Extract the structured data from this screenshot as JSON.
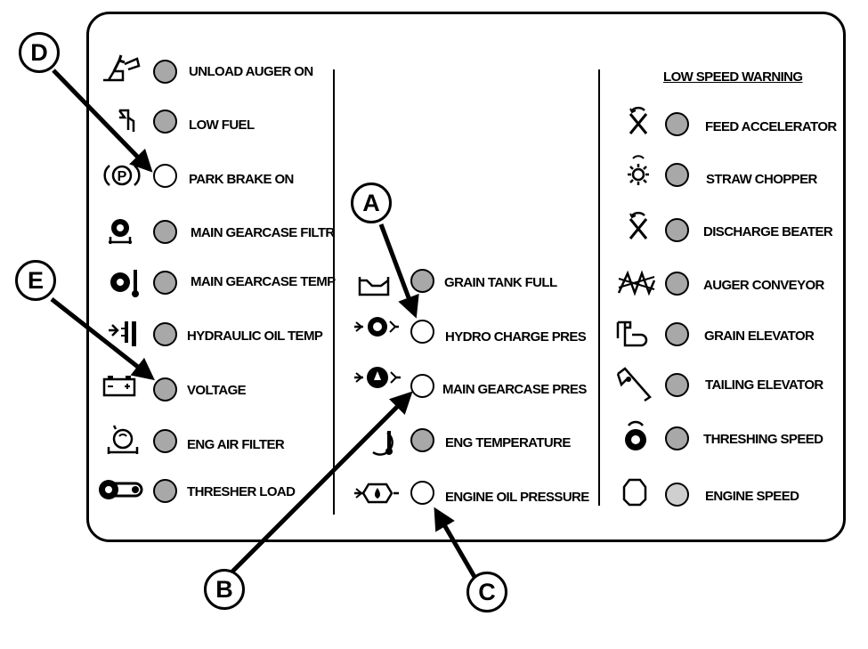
{
  "left_column": [
    {
      "icon": "unload-auger-icon",
      "state": "gray",
      "label": "UNLOAD AUGER ON"
    },
    {
      "icon": "fuel-pump-icon",
      "state": "gray",
      "label": "LOW FUEL"
    },
    {
      "icon": "park-brake-icon",
      "state": "white",
      "label": "PARK BRAKE ON"
    },
    {
      "icon": "gearcase-filter-icon",
      "state": "gray",
      "label": "MAIN GEARCASE FILTR"
    },
    {
      "icon": "gearcase-temp-icon",
      "state": "gray",
      "label": "MAIN GEARCASE TEMP"
    },
    {
      "icon": "hydraulic-temp-icon",
      "state": "gray",
      "label": "HYDRAULIC OIL TEMP"
    },
    {
      "icon": "battery-icon",
      "state": "gray",
      "label": "VOLTAGE"
    },
    {
      "icon": "air-filter-icon",
      "state": "gray",
      "label": "ENG AIR FILTER"
    },
    {
      "icon": "thresher-load-icon",
      "state": "gray",
      "label": "THRESHER LOAD"
    }
  ],
  "middle_column": [
    {
      "icon": "grain-tank-icon",
      "state": "gray",
      "label": "GRAIN TANK FULL"
    },
    {
      "icon": "hydro-charge-icon",
      "state": "white",
      "label": "HYDRO CHARGE PRES"
    },
    {
      "icon": "gearcase-pressure-icon",
      "state": "white",
      "label": "MAIN GEARCASE PRES"
    },
    {
      "icon": "engine-temp-icon",
      "state": "gray",
      "label": "ENG TEMPERATURE"
    },
    {
      "icon": "oil-can-icon",
      "state": "white",
      "label": "ENGINE OIL PRESSURE"
    }
  ],
  "right_column": {
    "header": "LOW SPEED WARNING",
    "items": [
      {
        "icon": "feed-accelerator-icon",
        "state": "gray",
        "label": "FEED ACCELERATOR"
      },
      {
        "icon": "straw-chopper-icon",
        "state": "gray",
        "label": "STRAW CHOPPER"
      },
      {
        "icon": "discharge-beater-icon",
        "state": "gray",
        "label": "DISCHARGE BEATER"
      },
      {
        "icon": "auger-conveyor-icon",
        "state": "gray",
        "label": "AUGER CONVEYOR"
      },
      {
        "icon": "grain-elevator-icon",
        "state": "gray",
        "label": "GRAIN ELEVATOR"
      },
      {
        "icon": "tailing-elevator-icon",
        "state": "gray",
        "label": "TAILING ELEVATOR"
      },
      {
        "icon": "threshing-speed-icon",
        "state": "gray",
        "label": "THRESHING SPEED"
      },
      {
        "icon": "engine-speed-icon",
        "state": "light",
        "label": "ENGINE SPEED"
      }
    ]
  },
  "callouts": {
    "A": "A",
    "B": "B",
    "C": "C",
    "D": "D",
    "E": "E"
  },
  "colors": {
    "indicator_gray": "#a8a8a8",
    "indicator_light": "#cfcfcf",
    "line": "#000000"
  }
}
